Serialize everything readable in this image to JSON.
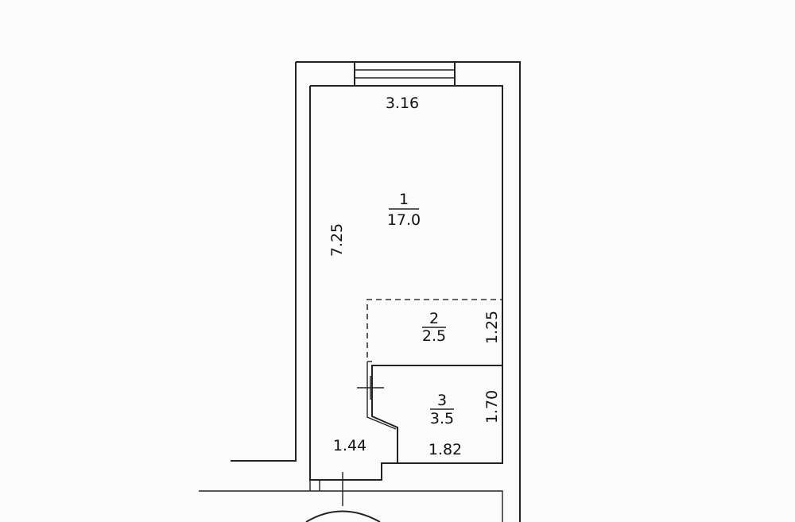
{
  "rooms": [
    {
      "number": "1",
      "area": "17.0"
    },
    {
      "number": "2",
      "area": "2.5"
    },
    {
      "number": "3",
      "area": "3.5"
    }
  ],
  "dimensions": {
    "window_width": "3.16",
    "room1_length": "7.25",
    "room2_length": "1.25",
    "room3_length": "1.70",
    "room3_width": "1.82",
    "hall_width": "1.44"
  }
}
